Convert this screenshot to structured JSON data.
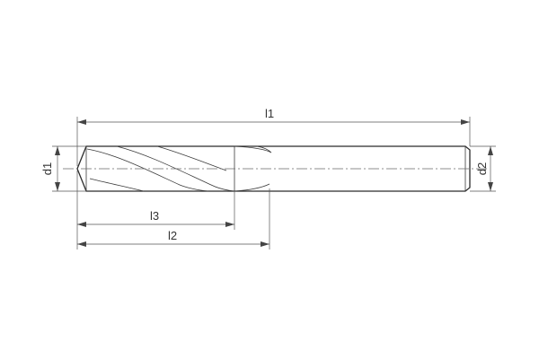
{
  "dimensions": {
    "l1": "l1",
    "l2": "l2",
    "l3": "l3",
    "d1": "d1",
    "d2": "d2"
  },
  "colors": {
    "line": "#2b2b2b",
    "dimension": "#555555",
    "background": "#ffffff"
  }
}
